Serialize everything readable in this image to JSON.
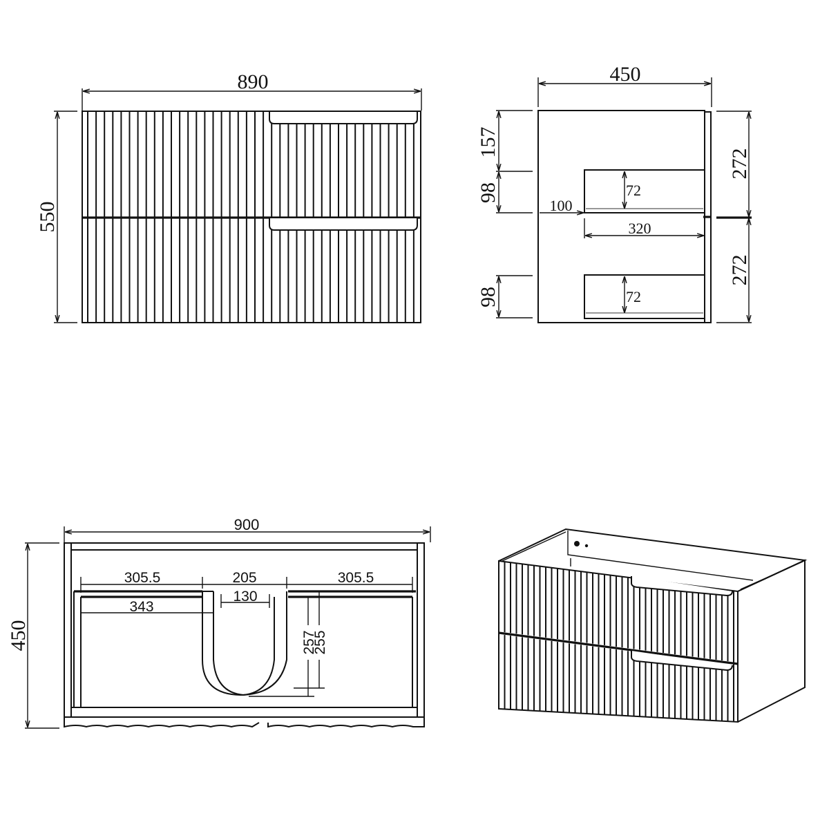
{
  "drawing": {
    "subject": "Wall-hung fluted vanity cabinet with two drawers",
    "units": "mm",
    "views": {
      "front": {
        "width": "890",
        "height": "550",
        "drawers": 2,
        "finish": "vertical fluted panels",
        "handle": "recessed top-right finger pull"
      },
      "side": {
        "depth": "450",
        "drawer_front_height_top": "272",
        "drawer_front_height_bottom": "272",
        "top_offset": "157",
        "upper_box_height": "98",
        "lower_box_height": "98",
        "box_setback": "100",
        "box_depth": "320",
        "inner_height_upper": "72",
        "inner_height_lower": "72"
      },
      "top_plan": {
        "width": "900",
        "depth": "450",
        "left_section": "305.5",
        "cutout_width": "205",
        "right_section": "305.5",
        "inner_cutout_width": "130",
        "left_drawer_inner": "343",
        "cutout_depth_outer": "257",
        "cutout_depth_inner": "255"
      },
      "perspective": {
        "description": "3D isometric view showing two fluted drawers, open top, plumbing holes in back panel"
      }
    }
  },
  "labels": {
    "front_width": "890",
    "front_height": "550",
    "side_depth": "450",
    "side_157": "157",
    "side_98_top": "98",
    "side_98_bottom": "98",
    "side_100": "100",
    "side_320": "320",
    "side_72_top": "72",
    "side_72_bottom": "72",
    "side_272_top": "272",
    "side_272_bottom": "272",
    "plan_width": "900",
    "plan_depth": "450",
    "plan_305_left": "305.5",
    "plan_205": "205",
    "plan_305_right": "305.5",
    "plan_130": "130",
    "plan_343": "343",
    "plan_257": "257",
    "plan_255": "255"
  },
  "colors": {
    "line": "#111111",
    "background": "#ffffff",
    "hidden_line": "#777777"
  }
}
